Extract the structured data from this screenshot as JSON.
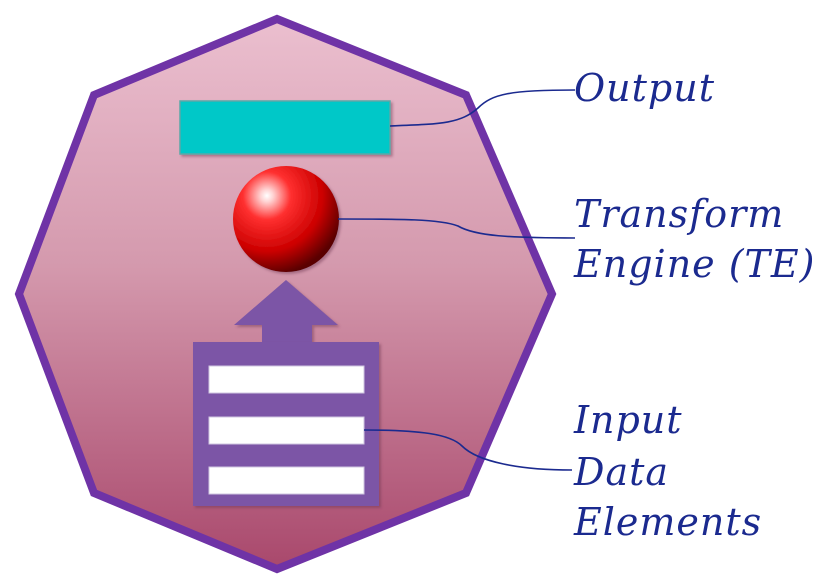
{
  "labels": {
    "output": "Output",
    "transform_line1": "Transform",
    "transform_line2": "Engine (TE)",
    "input_line1": "Input",
    "input_line2": "Data",
    "input_line3": "Elements"
  },
  "colors": {
    "octagon_stroke": "#6f33a6",
    "octagon_fill_top": "#ebbccb",
    "octagon_fill_bottom": "#ac4f70",
    "output_bar": "#00c8c8",
    "sphere": "#d00000",
    "arrow_and_stack": "#7b55a6",
    "connector_lines": "#1b2a8f",
    "label_text": "#1b2a8f"
  }
}
